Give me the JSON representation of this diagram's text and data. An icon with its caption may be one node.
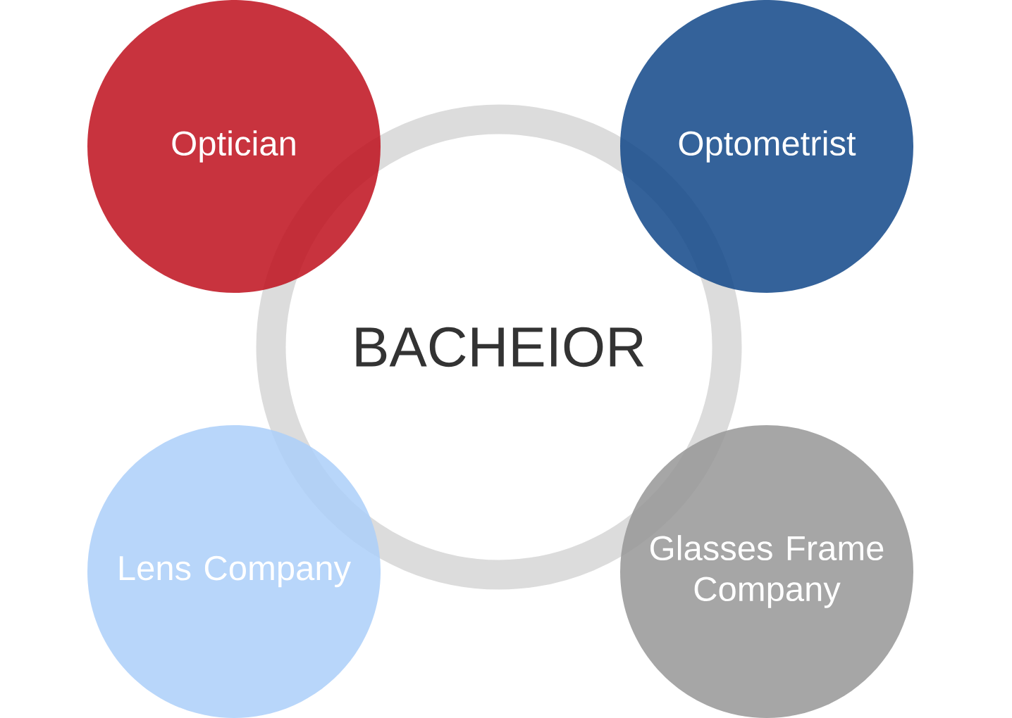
{
  "diagram": {
    "nodes": [
      {
        "text": [
          "Optician"
        ]
      },
      {
        "text": [
          "Optometrist"
        ]
      },
      {
        "text": [
          "BACHEIOR"
        ]
      },
      {
        "text": [
          "Lens Company"
        ]
      },
      {
        "text": [
          "Glasses Frame Company"
        ]
      }
    ]
  }
}
